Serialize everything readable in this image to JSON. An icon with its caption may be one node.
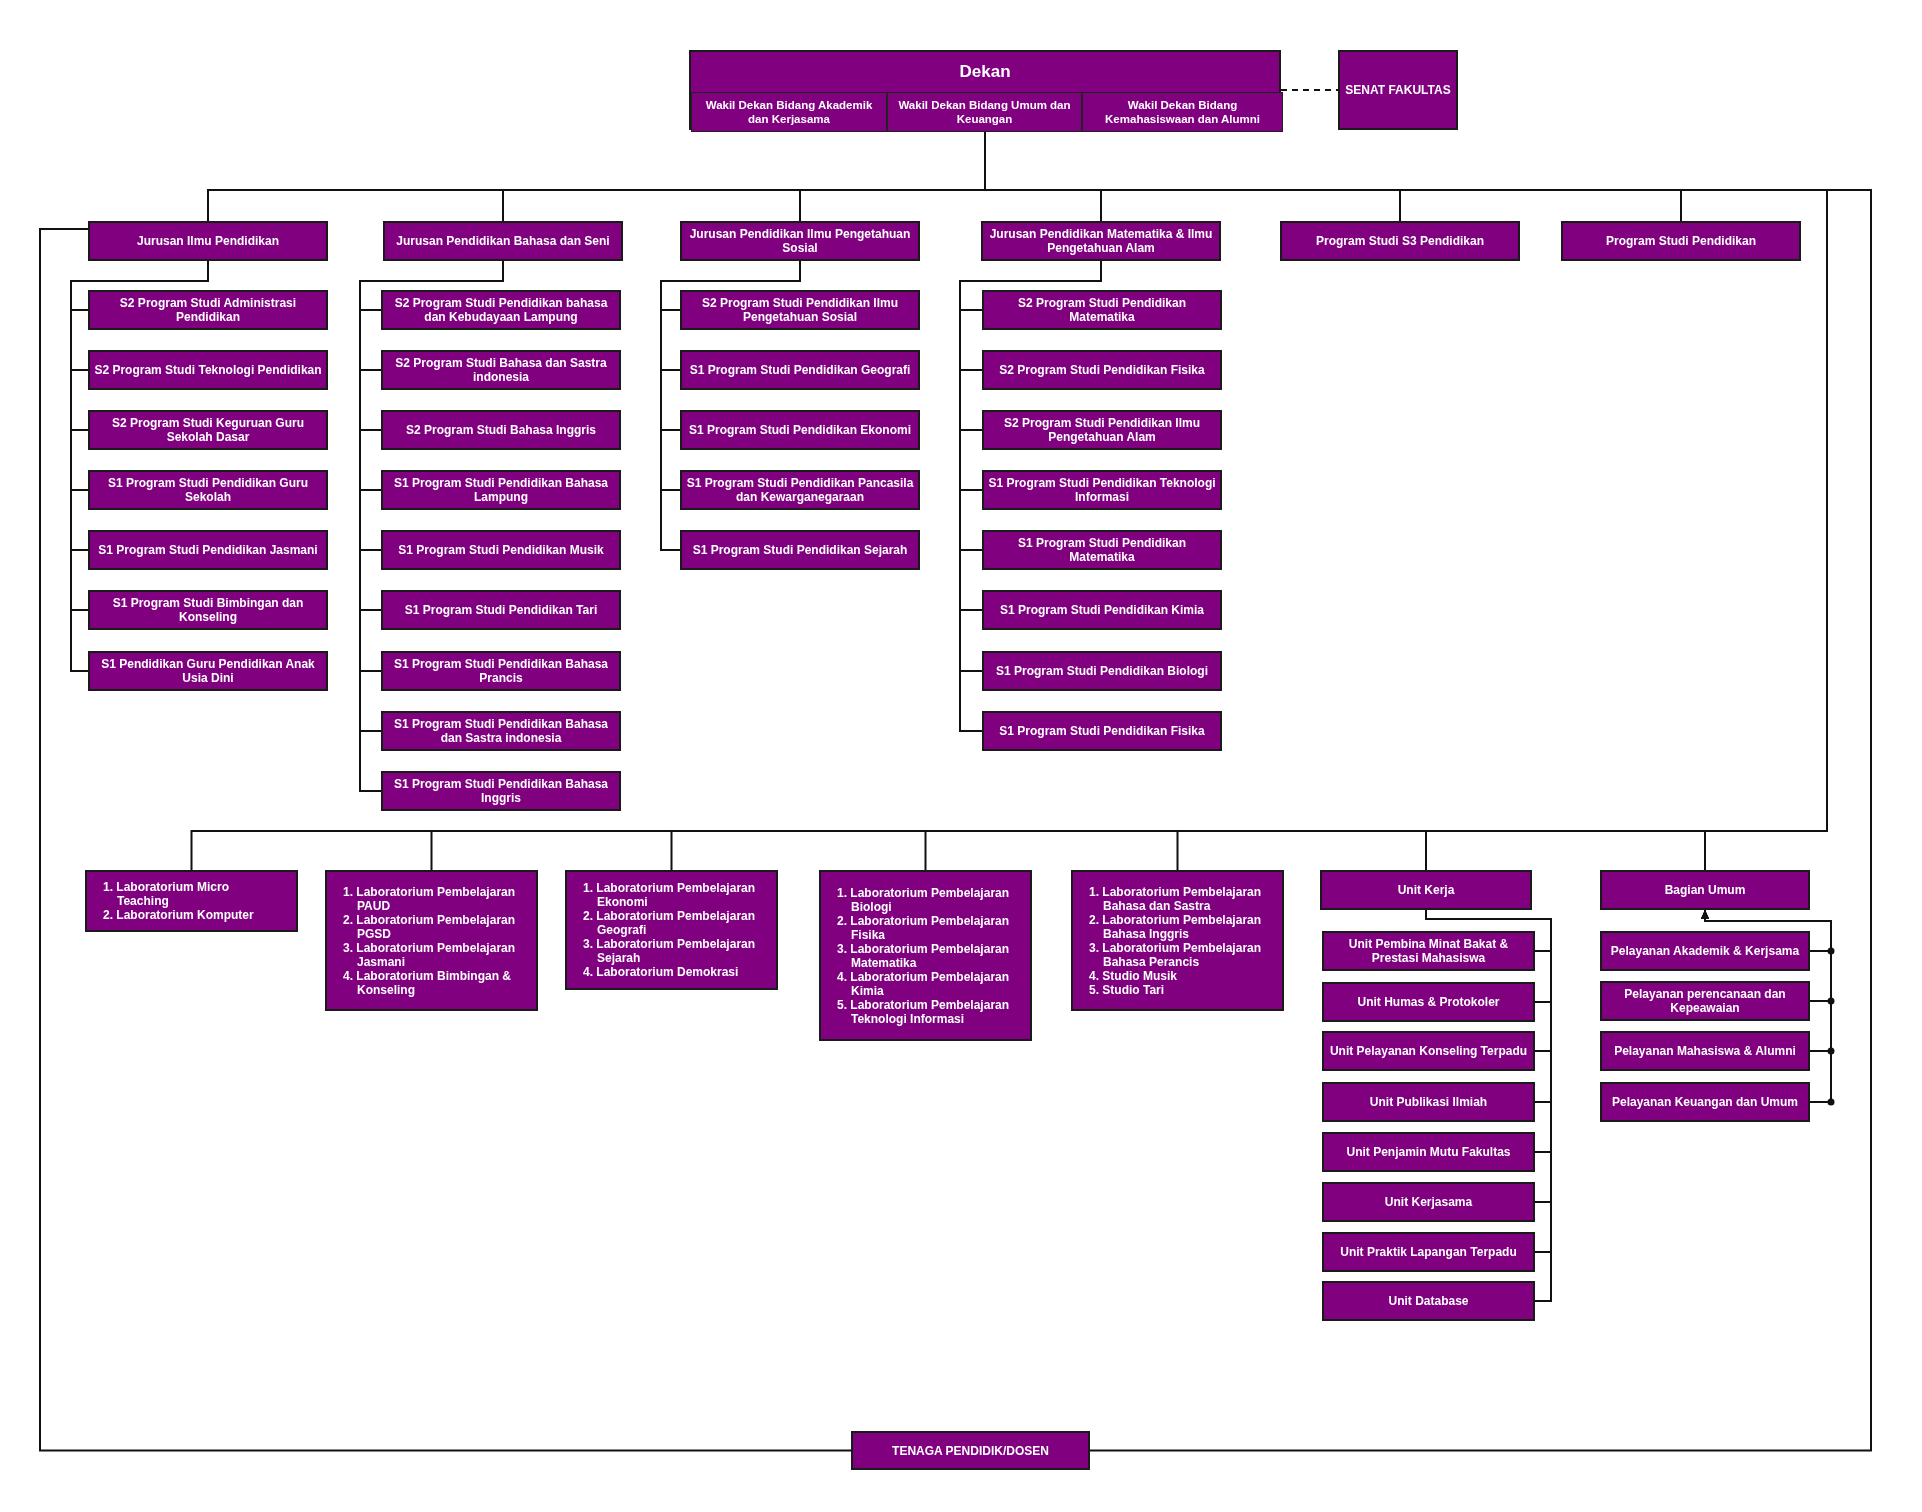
{
  "diagram": {
    "nodes": [
      {
        "text": [
          "Dekan"
        ]
      },
      {
        "text": [
          "Wakil Dekan Bidang Akademik dan Kerjasama"
        ],
        "in": 0
      },
      {
        "text": [
          "Wakil Dekan Bidang Umum dan Keuangan"
        ],
        "in": 0
      },
      {
        "text": [
          "Wakil Dekan Bidang Kemahasiswaan dan Alumni"
        ],
        "in": 0
      },
      {
        "text": [
          "SENAT FAKULTAS"
        ]
      },
      {
        "text": [
          "Jurusan Ilmu Pendidikan"
        ]
      },
      {
        "text": [
          "Jurusan Pendidikan Bahasa dan Seni"
        ]
      },
      {
        "text": [
          "Jurusan Pendidikan Ilmu Pengetahuan Sosial"
        ]
      },
      {
        "text": [
          "Jurusan Pendidikan Matematika & Ilmu Pengetahuan Alam"
        ]
      },
      {
        "text": [
          "Program Studi S3 Pendidikan"
        ]
      },
      {
        "text": [
          "Program Studi Pendidikan"
        ]
      },
      {
        "text": [
          "S2 Program Studi Administrasi Pendidikan"
        ]
      },
      {
        "text": [
          "S2 Program Studi Teknologi Pendidikan"
        ]
      },
      {
        "text": [
          "S2 Program Studi Keguruan Guru Sekolah Dasar"
        ]
      },
      {
        "text": [
          "S1 Program Studi Pendidikan Guru Sekolah"
        ]
      },
      {
        "text": [
          "S1 Program Studi Pendidikan Jasmani"
        ]
      },
      {
        "text": [
          "S1 Program Studi Bimbingan dan Konseling"
        ]
      },
      {
        "text": [
          "S1 Pendidikan Guru Pendidikan Anak Usia Dini"
        ]
      },
      {
        "text": [
          "S2 Program Studi Pendidikan bahasa dan Kebudayaan Lampung"
        ]
      },
      {
        "text": [
          "S2 Program Studi Bahasa dan Sastra indonesia"
        ]
      },
      {
        "text": [
          "S2 Program Studi Bahasa Inggris"
        ]
      },
      {
        "text": [
          "S1 Program Studi Pendidikan Bahasa Lampung"
        ]
      },
      {
        "text": [
          "S1 Program Studi Pendidikan Musik"
        ]
      },
      {
        "text": [
          "S1 Program Studi Pendidikan Tari"
        ]
      },
      {
        "text": [
          "S1 Program Studi Pendidikan Bahasa Prancis"
        ]
      },
      {
        "text": [
          "S1 Program Studi Pendidikan Bahasa dan Sastra indonesia"
        ]
      },
      {
        "text": [
          "S1 Program Studi Pendidikan Bahasa Inggris"
        ]
      },
      {
        "text": [
          "S2 Program Studi Pendidikan Ilmu Pengetahuan Sosial"
        ]
      },
      {
        "text": [
          "S1 Program Studi Pendidikan Geografi"
        ]
      },
      {
        "text": [
          "S1 Program Studi Pendidikan Ekonomi"
        ]
      },
      {
        "text": [
          "S1 Program Studi Pendidikan Pancasila dan Kewarganegaraan"
        ]
      },
      {
        "text": [
          "S1 Program Studi Pendidikan Sejarah"
        ]
      },
      {
        "text": [
          "S2 Program Studi Pendidikan Matematika"
        ]
      },
      {
        "text": [
          "S2 Program Studi Pendidikan Fisika"
        ]
      },
      {
        "text": [
          "S2 Program Studi Pendidikan Ilmu Pengetahuan Alam"
        ]
      },
      {
        "text": [
          "S1 Program Studi Pendidikan Teknologi Informasi"
        ]
      },
      {
        "text": [
          "S1 Program Studi Pendidikan Matematika"
        ]
      },
      {
        "text": [
          "S1 Program Studi Pendidikan Kimia"
        ]
      },
      {
        "text": [
          "S1 Program Studi Pendidikan Biologi"
        ]
      },
      {
        "text": [
          "S1 Program Studi Pendidikan Fisika"
        ]
      },
      {
        "text": [
          "1. Laboratorium Micro Teaching",
          "2. Laboratorium Komputer"
        ]
      },
      {
        "text": [
          "1. Laboratorium Pembelajaran PAUD",
          "2. Laboratorium Pembelajaran PGSD",
          "3. Laboratorium Pembelajaran Jasmani",
          "4. Laboratorium Bimbingan & Konseling"
        ]
      },
      {
        "text": [
          "1. Laboratorium Pembelajaran Ekonomi",
          "2. Laboratorium Pembelajaran Geografi",
          "3. Laboratorium Pembelajaran Sejarah",
          "4. Laboratorium Demokrasi"
        ]
      },
      {
        "text": [
          "1. Laboratorium Pembelajaran Biologi",
          "2. Laboratorium Pembelajaran Fisika",
          "3. Laboratorium Pembelajaran Matematika",
          "4. Laboratorium Pembelajaran Kimia",
          "5. Laboratorium Pembelajaran Teknologi Informasi"
        ]
      },
      {
        "text": [
          "1. Laboratorium Pembelajaran Bahasa dan Sastra",
          "2. Laboratorium Pembelajaran Bahasa Inggris",
          "3. Laboratorium Pembelajaran Bahasa Perancis",
          "4. Studio Musik",
          "5. Studio Tari"
        ]
      },
      {
        "text": [
          "Unit Kerja"
        ]
      },
      {
        "text": [
          "Bagian Umum"
        ]
      },
      {
        "text": [
          "Unit Pembina Minat Bakat & Prestasi Mahasiswa"
        ]
      },
      {
        "text": [
          "Unit Humas & Protokoler"
        ]
      },
      {
        "text": [
          "Unit Pelayanan Konseling Terpadu"
        ]
      },
      {
        "text": [
          "Unit Publikasi Ilmiah"
        ]
      },
      {
        "text": [
          "Unit Penjamin Mutu Fakultas"
        ]
      },
      {
        "text": [
          "Unit Kerjasama"
        ]
      },
      {
        "text": [
          "Unit Praktik Lapangan Terpadu"
        ]
      },
      {
        "text": [
          "Unit Database"
        ]
      },
      {
        "text": [
          "Pelayanan Akademik & Kerjsama"
        ]
      },
      {
        "text": [
          "Pelayanan perencanaan dan Kepeawaian"
        ]
      },
      {
        "text": [
          "Pelayanan Mahasiswa & Alumni"
        ]
      },
      {
        "text": [
          "Pelayanan Keuangan dan Umum"
        ]
      },
      {
        "text": [
          "TENAGA PENDIDIK/DOSEN"
        ]
      }
    ],
    "edges": [
      {
        "from": 0,
        "to": 4,
        "arrow": "none",
        "style": "dashed"
      },
      {
        "from": 0,
        "to": 5,
        "arrow": "none"
      },
      {
        "from": 0,
        "to": 6,
        "arrow": "none"
      },
      {
        "from": 0,
        "to": 7,
        "arrow": "none"
      },
      {
        "from": 0,
        "to": 8,
        "arrow": "none"
      },
      {
        "from": 0,
        "to": 9,
        "arrow": "none"
      },
      {
        "from": 0,
        "to": 10,
        "arrow": "none"
      },
      {
        "from": 5,
        "to": 11,
        "arrow": "none"
      },
      {
        "from": 5,
        "to": 12,
        "arrow": "none"
      },
      {
        "from": 5,
        "to": 13,
        "arrow": "none"
      },
      {
        "from": 5,
        "to": 14,
        "arrow": "none"
      },
      {
        "from": 5,
        "to": 15,
        "arrow": "none"
      },
      {
        "from": 5,
        "to": 16,
        "arrow": "none"
      },
      {
        "from": 5,
        "to": 17,
        "arrow": "none"
      },
      {
        "from": 6,
        "to": 18,
        "arrow": "none"
      },
      {
        "from": 6,
        "to": 19,
        "arrow": "none"
      },
      {
        "from": 6,
        "to": 20,
        "arrow": "none"
      },
      {
        "from": 6,
        "to": 21,
        "arrow": "none"
      },
      {
        "from": 6,
        "to": 22,
        "arrow": "none"
      },
      {
        "from": 6,
        "to": 23,
        "arrow": "none"
      },
      {
        "from": 6,
        "to": 24,
        "arrow": "none"
      },
      {
        "from": 6,
        "to": 25,
        "arrow": "none"
      },
      {
        "from": 6,
        "to": 26,
        "arrow": "none"
      },
      {
        "from": 7,
        "to": 27,
        "arrow": "none"
      },
      {
        "from": 7,
        "to": 28,
        "arrow": "none"
      },
      {
        "from": 7,
        "to": 29,
        "arrow": "none"
      },
      {
        "from": 7,
        "to": 30,
        "arrow": "none"
      },
      {
        "from": 7,
        "to": 31,
        "arrow": "none"
      },
      {
        "from": 8,
        "to": 32,
        "arrow": "none"
      },
      {
        "from": 8,
        "to": 33,
        "arrow": "none"
      },
      {
        "from": 8,
        "to": 34,
        "arrow": "none"
      },
      {
        "from": 8,
        "to": 35,
        "arrow": "none"
      },
      {
        "from": 8,
        "to": 36,
        "arrow": "none"
      },
      {
        "from": 8,
        "to": 37,
        "arrow": "none"
      },
      {
        "from": 8,
        "to": 38,
        "arrow": "none"
      },
      {
        "from": 8,
        "to": 39,
        "arrow": "none"
      },
      {
        "from": 0,
        "to": 40,
        "arrow": "none"
      },
      {
        "from": 0,
        "to": 41,
        "arrow": "none"
      },
      {
        "from": 0,
        "to": 42,
        "arrow": "none"
      },
      {
        "from": 0,
        "to": 43,
        "arrow": "none"
      },
      {
        "from": 0,
        "to": 44,
        "arrow": "none"
      },
      {
        "from": 0,
        "to": 45,
        "arrow": "none"
      },
      {
        "from": 0,
        "to": 46,
        "arrow": "none"
      },
      {
        "from": 45,
        "to": 47,
        "arrow": "none"
      },
      {
        "from": 45,
        "to": 48,
        "arrow": "none"
      },
      {
        "from": 45,
        "to": 49,
        "arrow": "none"
      },
      {
        "from": 45,
        "to": 50,
        "arrow": "none"
      },
      {
        "from": 45,
        "to": 51,
        "arrow": "none"
      },
      {
        "from": 45,
        "to": 52,
        "arrow": "none"
      },
      {
        "from": 45,
        "to": 53,
        "arrow": "none"
      },
      {
        "from": 45,
        "to": 54,
        "arrow": "none"
      },
      {
        "from": 55,
        "to": 46,
        "arrow": "to"
      },
      {
        "from": 56,
        "to": 46,
        "arrow": "to"
      },
      {
        "from": 57,
        "to": 46,
        "arrow": "to"
      },
      {
        "from": 58,
        "to": 46,
        "arrow": "to"
      },
      {
        "from": 59,
        "to": 5,
        "arrow": "none"
      },
      {
        "from": 59,
        "to": 0,
        "arrow": "none"
      }
    ]
  }
}
